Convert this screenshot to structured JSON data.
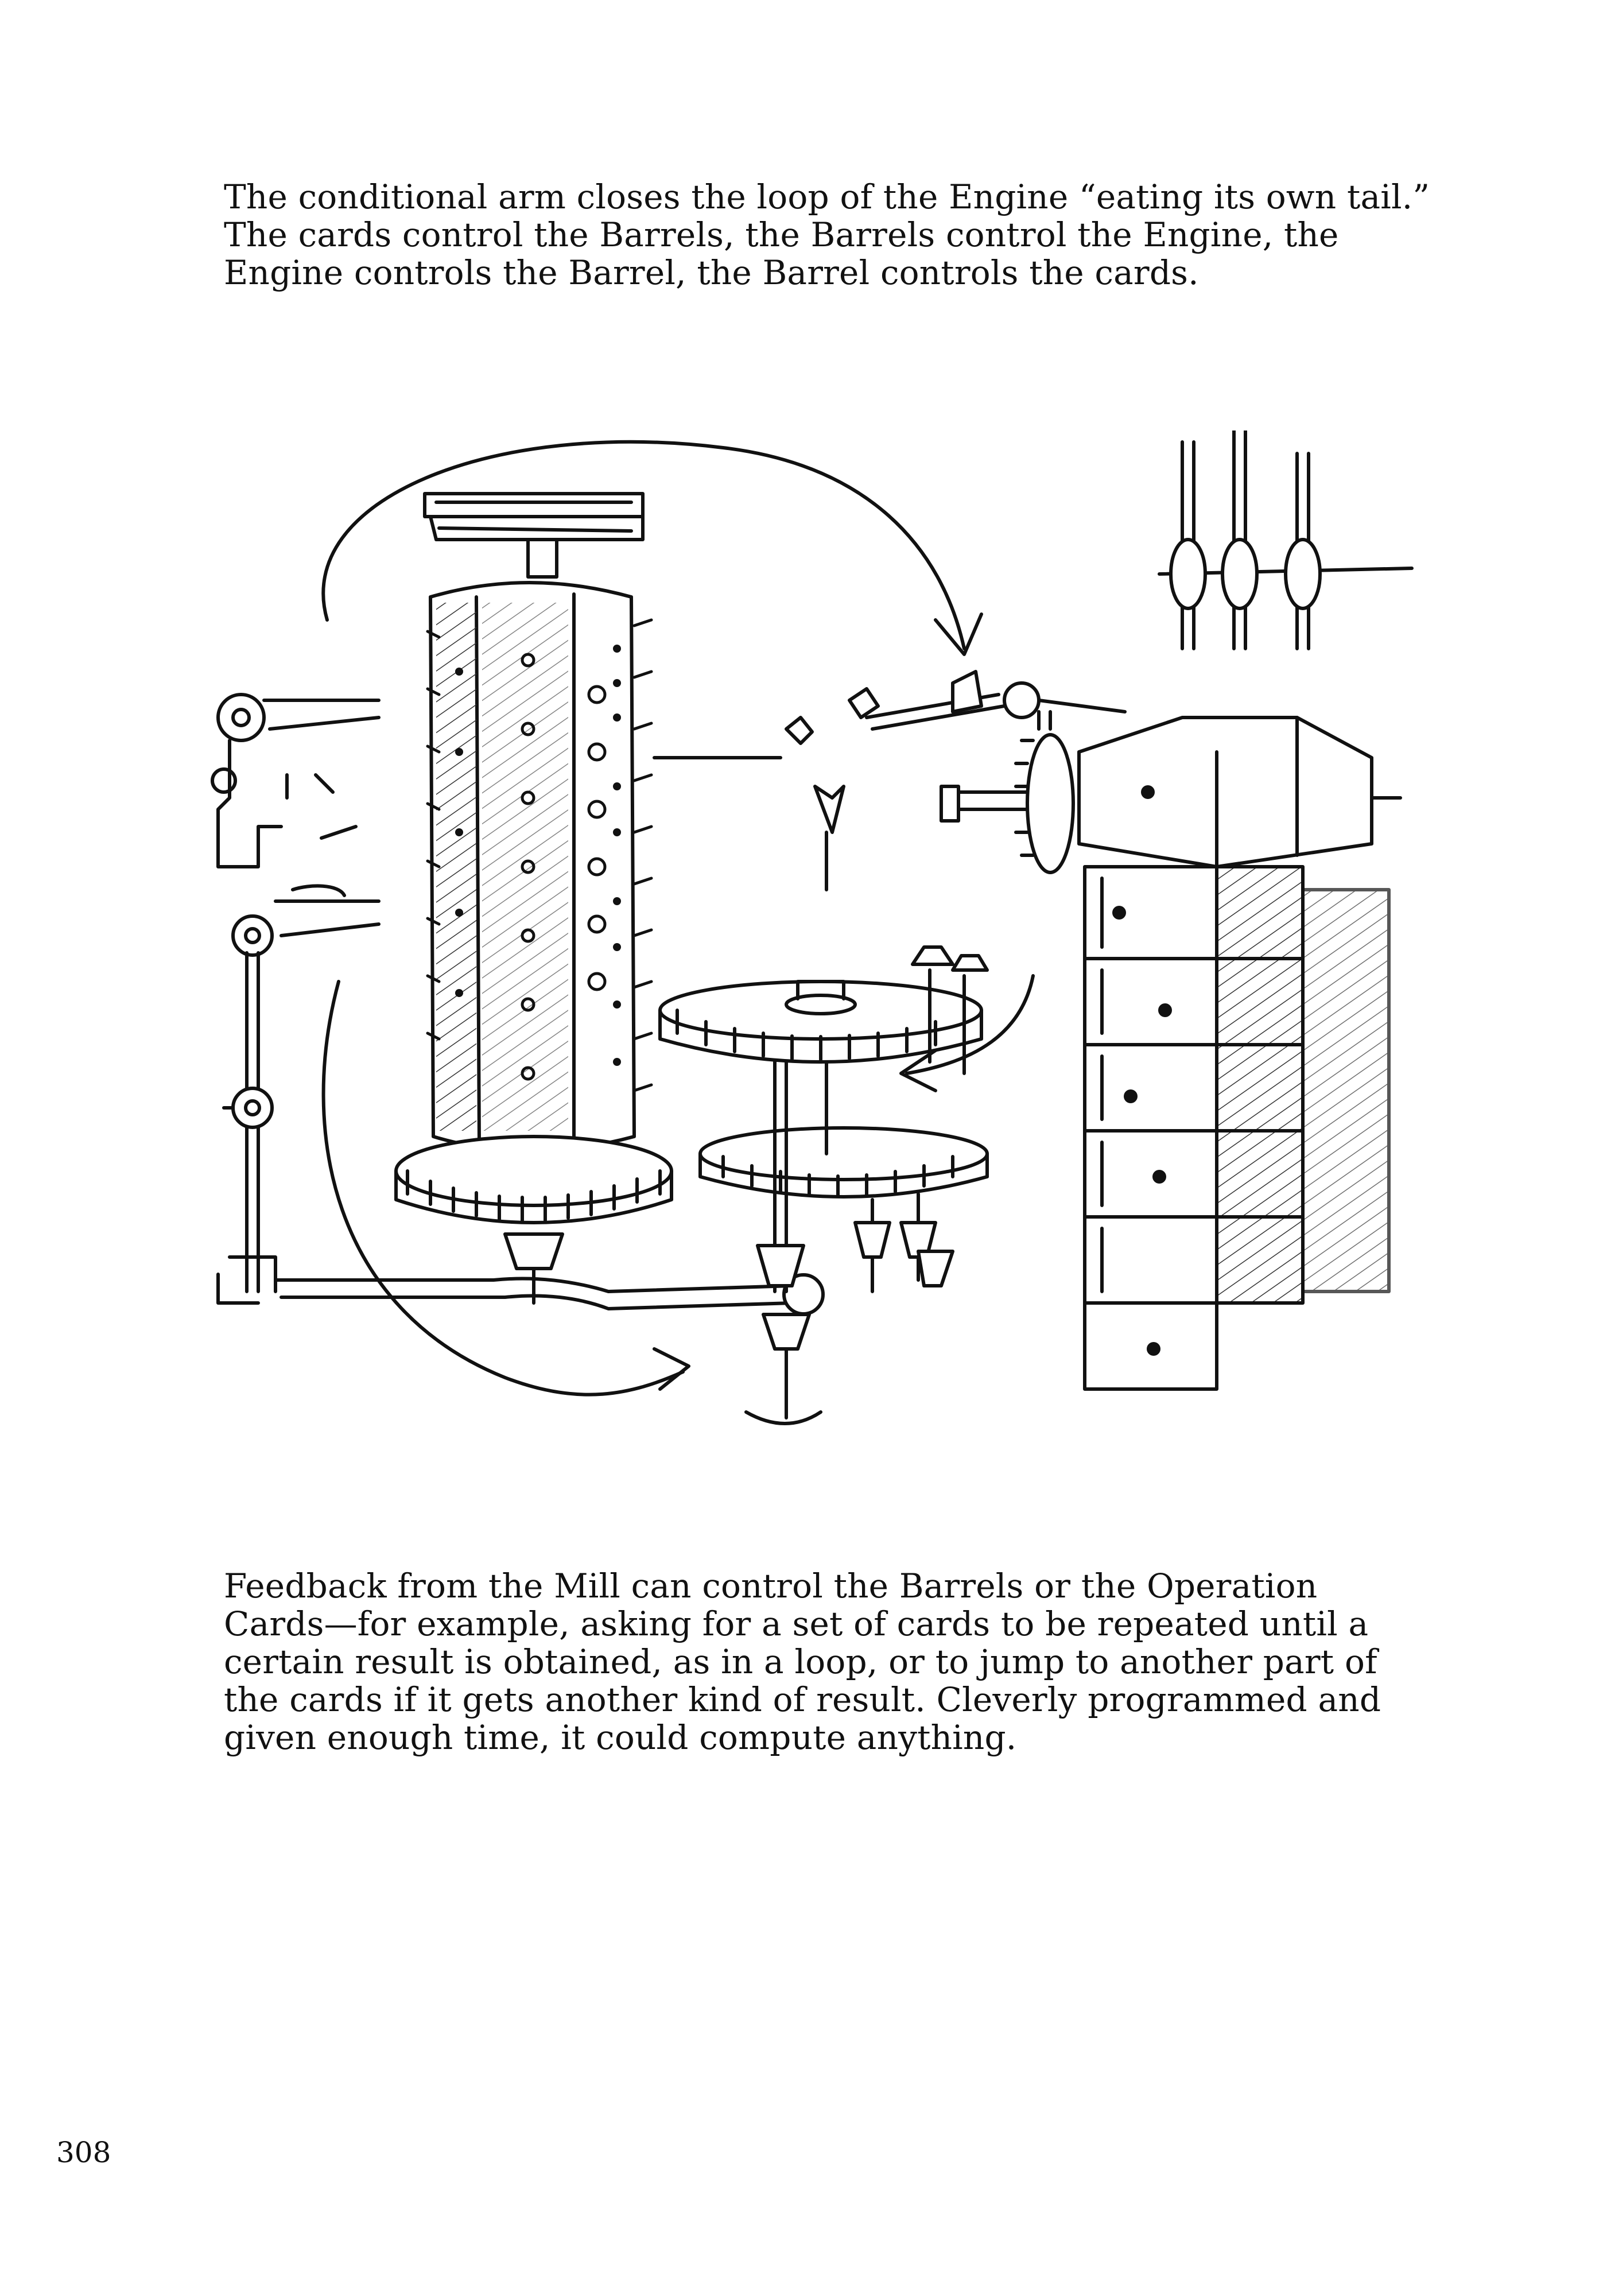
{
  "page": {
    "caption_top": [
      "The conditional arm closes the loop of the Engine “eating its own tail.”",
      "The cards control the Barrels, the Barrels control the Engine, the",
      "Engine controls the Barrel, the Barrel controls the cards."
    ],
    "caption_bottom": [
      "Feedback from the Mill can control the Barrels or the Operation",
      "Cards—for example, asking for a set of cards to be repeated until a",
      "certain result is obtained, as in a loop, or to jump to another part of",
      "the cards if it gets another kind of result. Cleverly programmed and",
      "given enough time, it could compute anything."
    ],
    "page_number": "308"
  },
  "illustration": {
    "ink_color": "#111111",
    "paper_color": "#ffffff",
    "hatch_color": "#333333"
  }
}
